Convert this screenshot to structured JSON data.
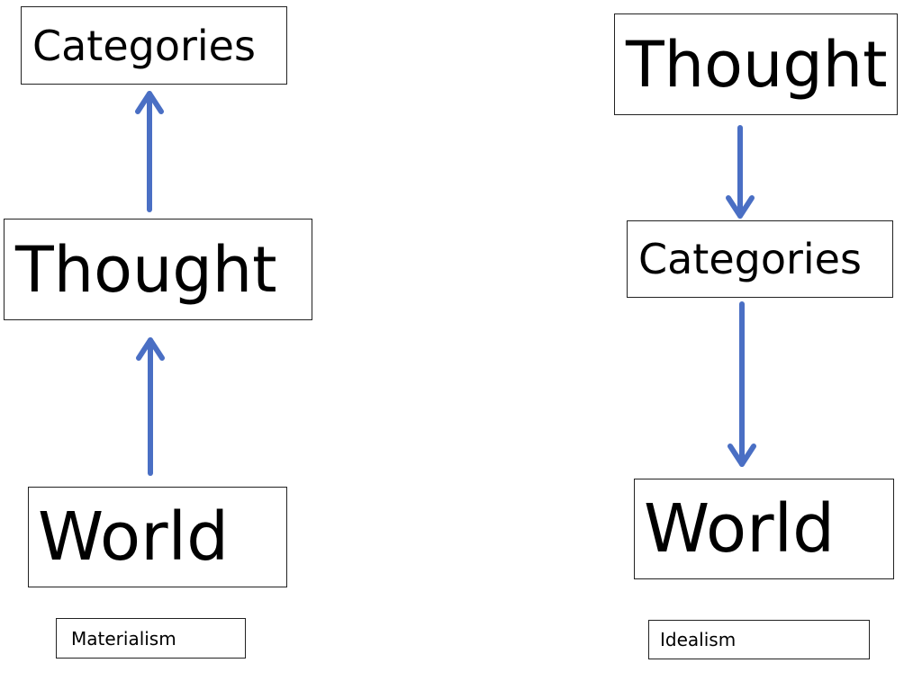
{
  "materialism": {
    "categories": "Categories",
    "thought": "Thought",
    "world": "World",
    "label": "Materialism"
  },
  "idealism": {
    "thought": "Thought",
    "categories": "Categories",
    "world": "World",
    "label": "Idealism"
  },
  "colors": {
    "arrow": "#4a6fc4",
    "border": "#222222",
    "text": "#000000"
  }
}
